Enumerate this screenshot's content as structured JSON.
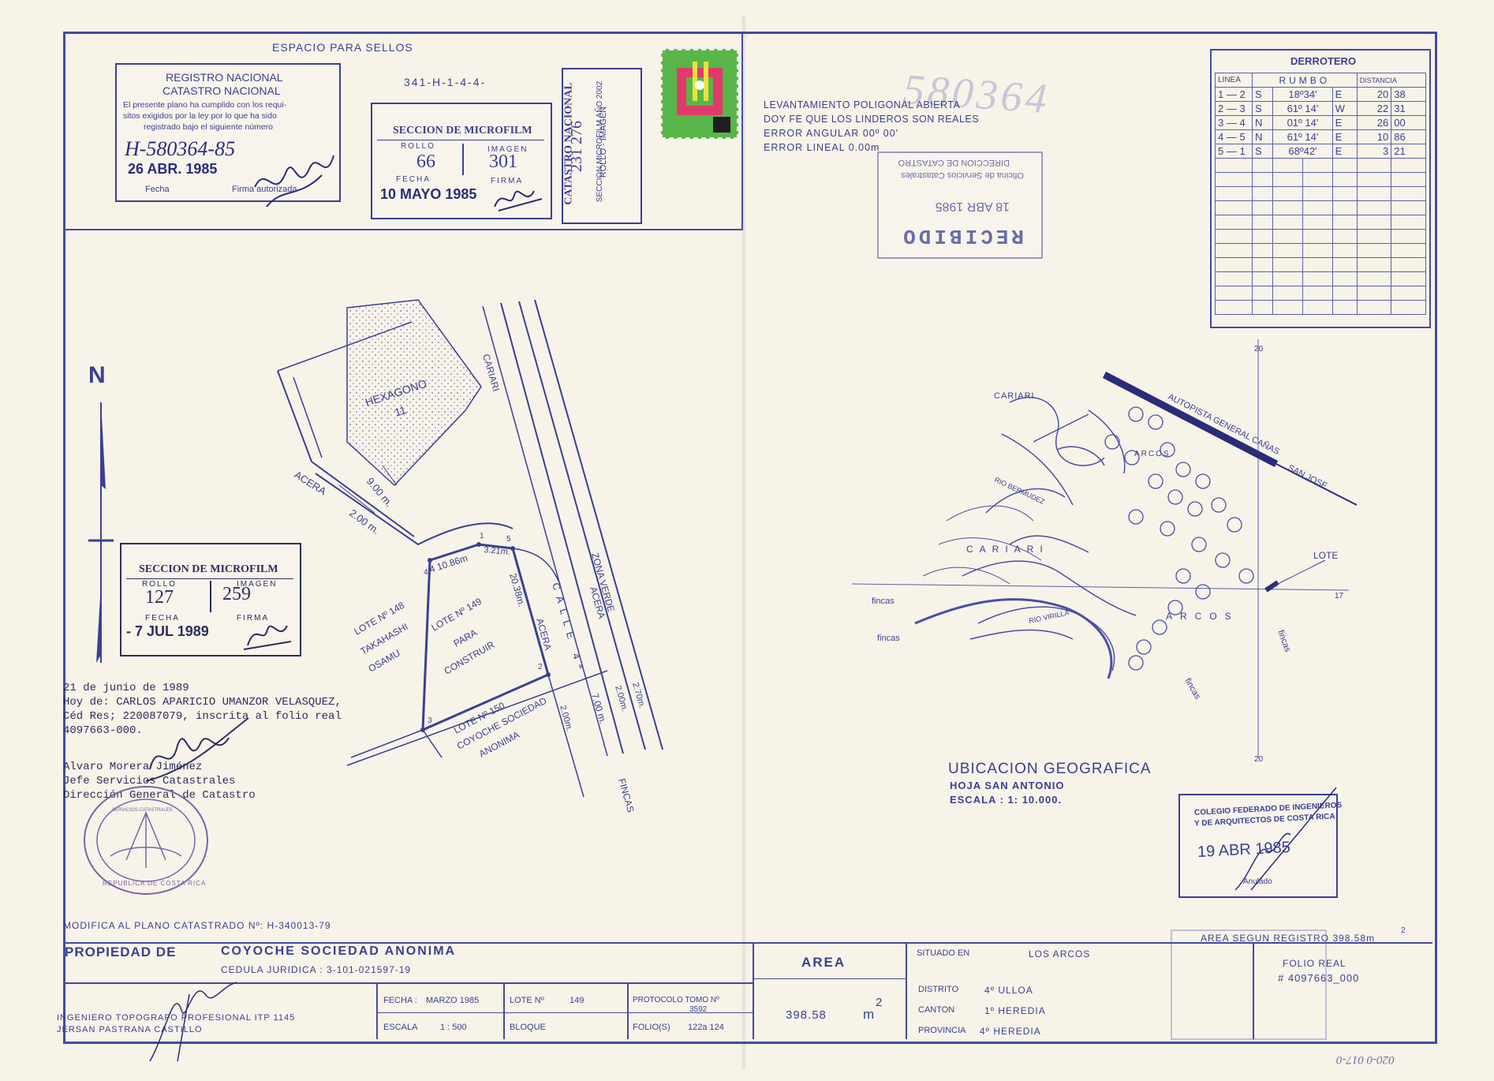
{
  "header": {
    "stamp_space": "ESPACIO PARA SELLOS",
    "ref_code": "341-H-1-4-4-",
    "faded_number": "580364"
  },
  "registro": {
    "title1": "REGISTRO NACIONAL",
    "title2": "CATASTRO NACIONAL",
    "text1": "El presente plano ha cumplido con los requi-",
    "text2": "sitos exigidos por la ley por lo que ha sido",
    "text3": "registrado bajo el siguiente número",
    "number": "H-580364-85",
    "date": "26 ABR. 1985",
    "fecha_label": "Fecha",
    "firma_label": "Firma autorizada"
  },
  "microfilm1": {
    "title": "SECCION DE MICROFILM",
    "rollo_label": "ROLLO",
    "imagen_label": "IMAGEN",
    "rollo": "66",
    "imagen": "301",
    "fecha_label": "FECHA",
    "firma_label": "FIRMA",
    "fecha": "10 MAYO 1985"
  },
  "catastro_stamp": {
    "line1": "CATASTRO NACIONAL",
    "line2": "231 276",
    "line3": "ROLLO - IMAGEN",
    "line4": "SECCION MICROFILM AÑO 2002"
  },
  "levantamiento": {
    "line1": "LEVANTAMIENTO POLIGONAL ABIERTA",
    "line2": "DOY FE QUE LOS LINDEROS SON REALES",
    "line3": "ERROR ANGULAR 00º 00'",
    "line4": "ERROR LINEAL 0.00m"
  },
  "recibido": {
    "line1": "DIRECCION DE CATASTRO",
    "line2": "Oficina de Servicios Catastrales",
    "date": "18 ABR 1985",
    "word": "RECIBIDO"
  },
  "derrotero": {
    "title": "DERROTERO",
    "col_linea": "LINEA",
    "col_rumbo": "RUMBO",
    "col_distancia": "DISTANCIA",
    "rows": [
      {
        "linea": "1 — 2",
        "d1": "S",
        "ang": "18º34'",
        "d2": "E",
        "m": "20",
        "cm": "38"
      },
      {
        "linea": "2 — 3",
        "d1": "S",
        "ang": "61º 14'",
        "d2": "W",
        "m": "22",
        "cm": "31"
      },
      {
        "linea": "3 — 4",
        "d1": "N",
        "ang": "01º 14'",
        "d2": "E",
        "m": "26",
        "cm": "00"
      },
      {
        "linea": "4 — 5",
        "d1": "N",
        "ang": "61º 14'",
        "d2": "E",
        "m": "10",
        "cm": "86"
      },
      {
        "linea": "5 — 1",
        "d1": "S",
        "ang": "68º42'",
        "d2": "E",
        "m": "3",
        "cm": "21"
      }
    ]
  },
  "plan": {
    "north": "N",
    "hexagono": "HEXAGONO",
    "hexagono_num": "11",
    "cariari": "CARIARI",
    "acera": "ACERA",
    "acera2": "ACERA",
    "acera3": "ACERA",
    "dim_900": "9.00 m.",
    "dim_200a": "2.00 m.",
    "dim_1086": "4 10.86m",
    "dim_321": "3.21m.",
    "dim_2038": "20.38m.",
    "dim_700": "7.00 m.",
    "dim_200b": "2.00m.",
    "dim_200c": "2.00m.",
    "dim_270": "2.70m.",
    "lote148": "LOTE Nº 148",
    "takahashi": "TAKAHASHI",
    "osamu": "OSAMU",
    "lote149": "LOTE Nº 149",
    "para": "PARA",
    "construir": "CONSTRUIR",
    "lote150": "LOTE Nº 150",
    "coyoche": "COYOCHE SOCIEDAD",
    "anonima": "ANONIMA",
    "calle": "CALLE 4ª",
    "zona_verde": "ZONA VERDE",
    "fincas": "FINCAS",
    "v1": "1",
    "v2": "2",
    "v3": "3",
    "v4": "4",
    "v5": "5"
  },
  "microfilm2": {
    "title": "SECCION DE MICROFILM",
    "rollo_label": "ROLLO",
    "imagen_label": "IMAGEN",
    "rollo": "127",
    "imagen": "259",
    "fecha_label": "FECHA",
    "firma_label": "FIRMA",
    "fecha": "- 7 JUL 1989"
  },
  "cert": {
    "line1": "21 de junio de 1989",
    "line2": "Hoy de:  CARLOS APARICIO UMANZOR VELASQUEZ,",
    "line3": "Céd Res; 220087079, inscrita al folio real",
    "line4": "4097663-000.",
    "name": "Alvaro Morera Jiménez",
    "role": "Jefe Servicios Catastrales",
    "dept": "Dirección General de Catastro",
    "seal_text": "REPUBLICA DE COSTA RICA",
    "seal_top": "SERVICIOS CATASTRALES"
  },
  "ubicacion": {
    "title": "UBICACION GEOGRAFICA",
    "hoja": "HOJA SAN ANTONIO",
    "escala": "ESCALA : 1: 10.000.",
    "autopista": "AUTOPISTA GENERAL CAÑAS",
    "san_jose": "SAN JOSE",
    "cariari_map": "CARIARI",
    "cariari_top": "CARIARI",
    "arcos": "ARCOS",
    "arcos_small": "ARCOS",
    "rio_bermudez": "RIO BERMUDEZ",
    "rio_virilla": "RIO VIRILLA",
    "lote": "LOTE",
    "fincas": "fincas",
    "grid20": "20",
    "grid17": "17",
    "grid20b": "20"
  },
  "colegio": {
    "line1": "COLEGIO FEDERADO DE INGENIEROS",
    "line2": "Y DE ARQUITECTOS DE COSTA RICA",
    "date": "19 ABR 1985",
    "anulado": "Anulado"
  },
  "footer": {
    "modifica": "MODIFICA AL PLANO CATASTRADO Nº: H-340013-79",
    "propiedad_label": "PROPIEDAD DE",
    "propiedad": "COYOCHE SOCIEDAD ANONIMA",
    "cedula": "CEDULA JURIDICA : 3-101-021597-19",
    "ingeniero1": "INGENIERO TOPOGRAFO PROFESIONAL  ITP 1145",
    "ingeniero2": "JERSAN PASTRANA CASTILLO",
    "fecha_label": "FECHA :",
    "fecha": "MARZO 1985",
    "escala_label": "ESCALA",
    "escala": "1 : 500",
    "lote_label": "LOTE  Nº",
    "lote": "149",
    "bloque_label": "BLOQUE",
    "protocolo_label": "PROTOCOLO TOMO Nº",
    "protocolo": "3592",
    "folio_label": "FOLIO(S)",
    "folio": "122a 124",
    "area_label": "AREA",
    "area": "398.58",
    "area_unit": "m",
    "area_sup": "2",
    "area_registro": "AREA SEGUN REGISTRO 398.58m",
    "situado_label": "SITUADO  EN",
    "situado": "LOS  ARCOS",
    "distrito_label": "DISTRITO",
    "distrito": "4º  ULLOA",
    "canton_label": "CANTON",
    "canton": "1º  HEREDIA",
    "provincia_label": "PROVINCIA",
    "provincia": "4º HEREDIA",
    "folio_real_label": "FOLIO  REAL",
    "folio_real": "# 4097663_000",
    "bottom_code": "020-0 017-0"
  }
}
